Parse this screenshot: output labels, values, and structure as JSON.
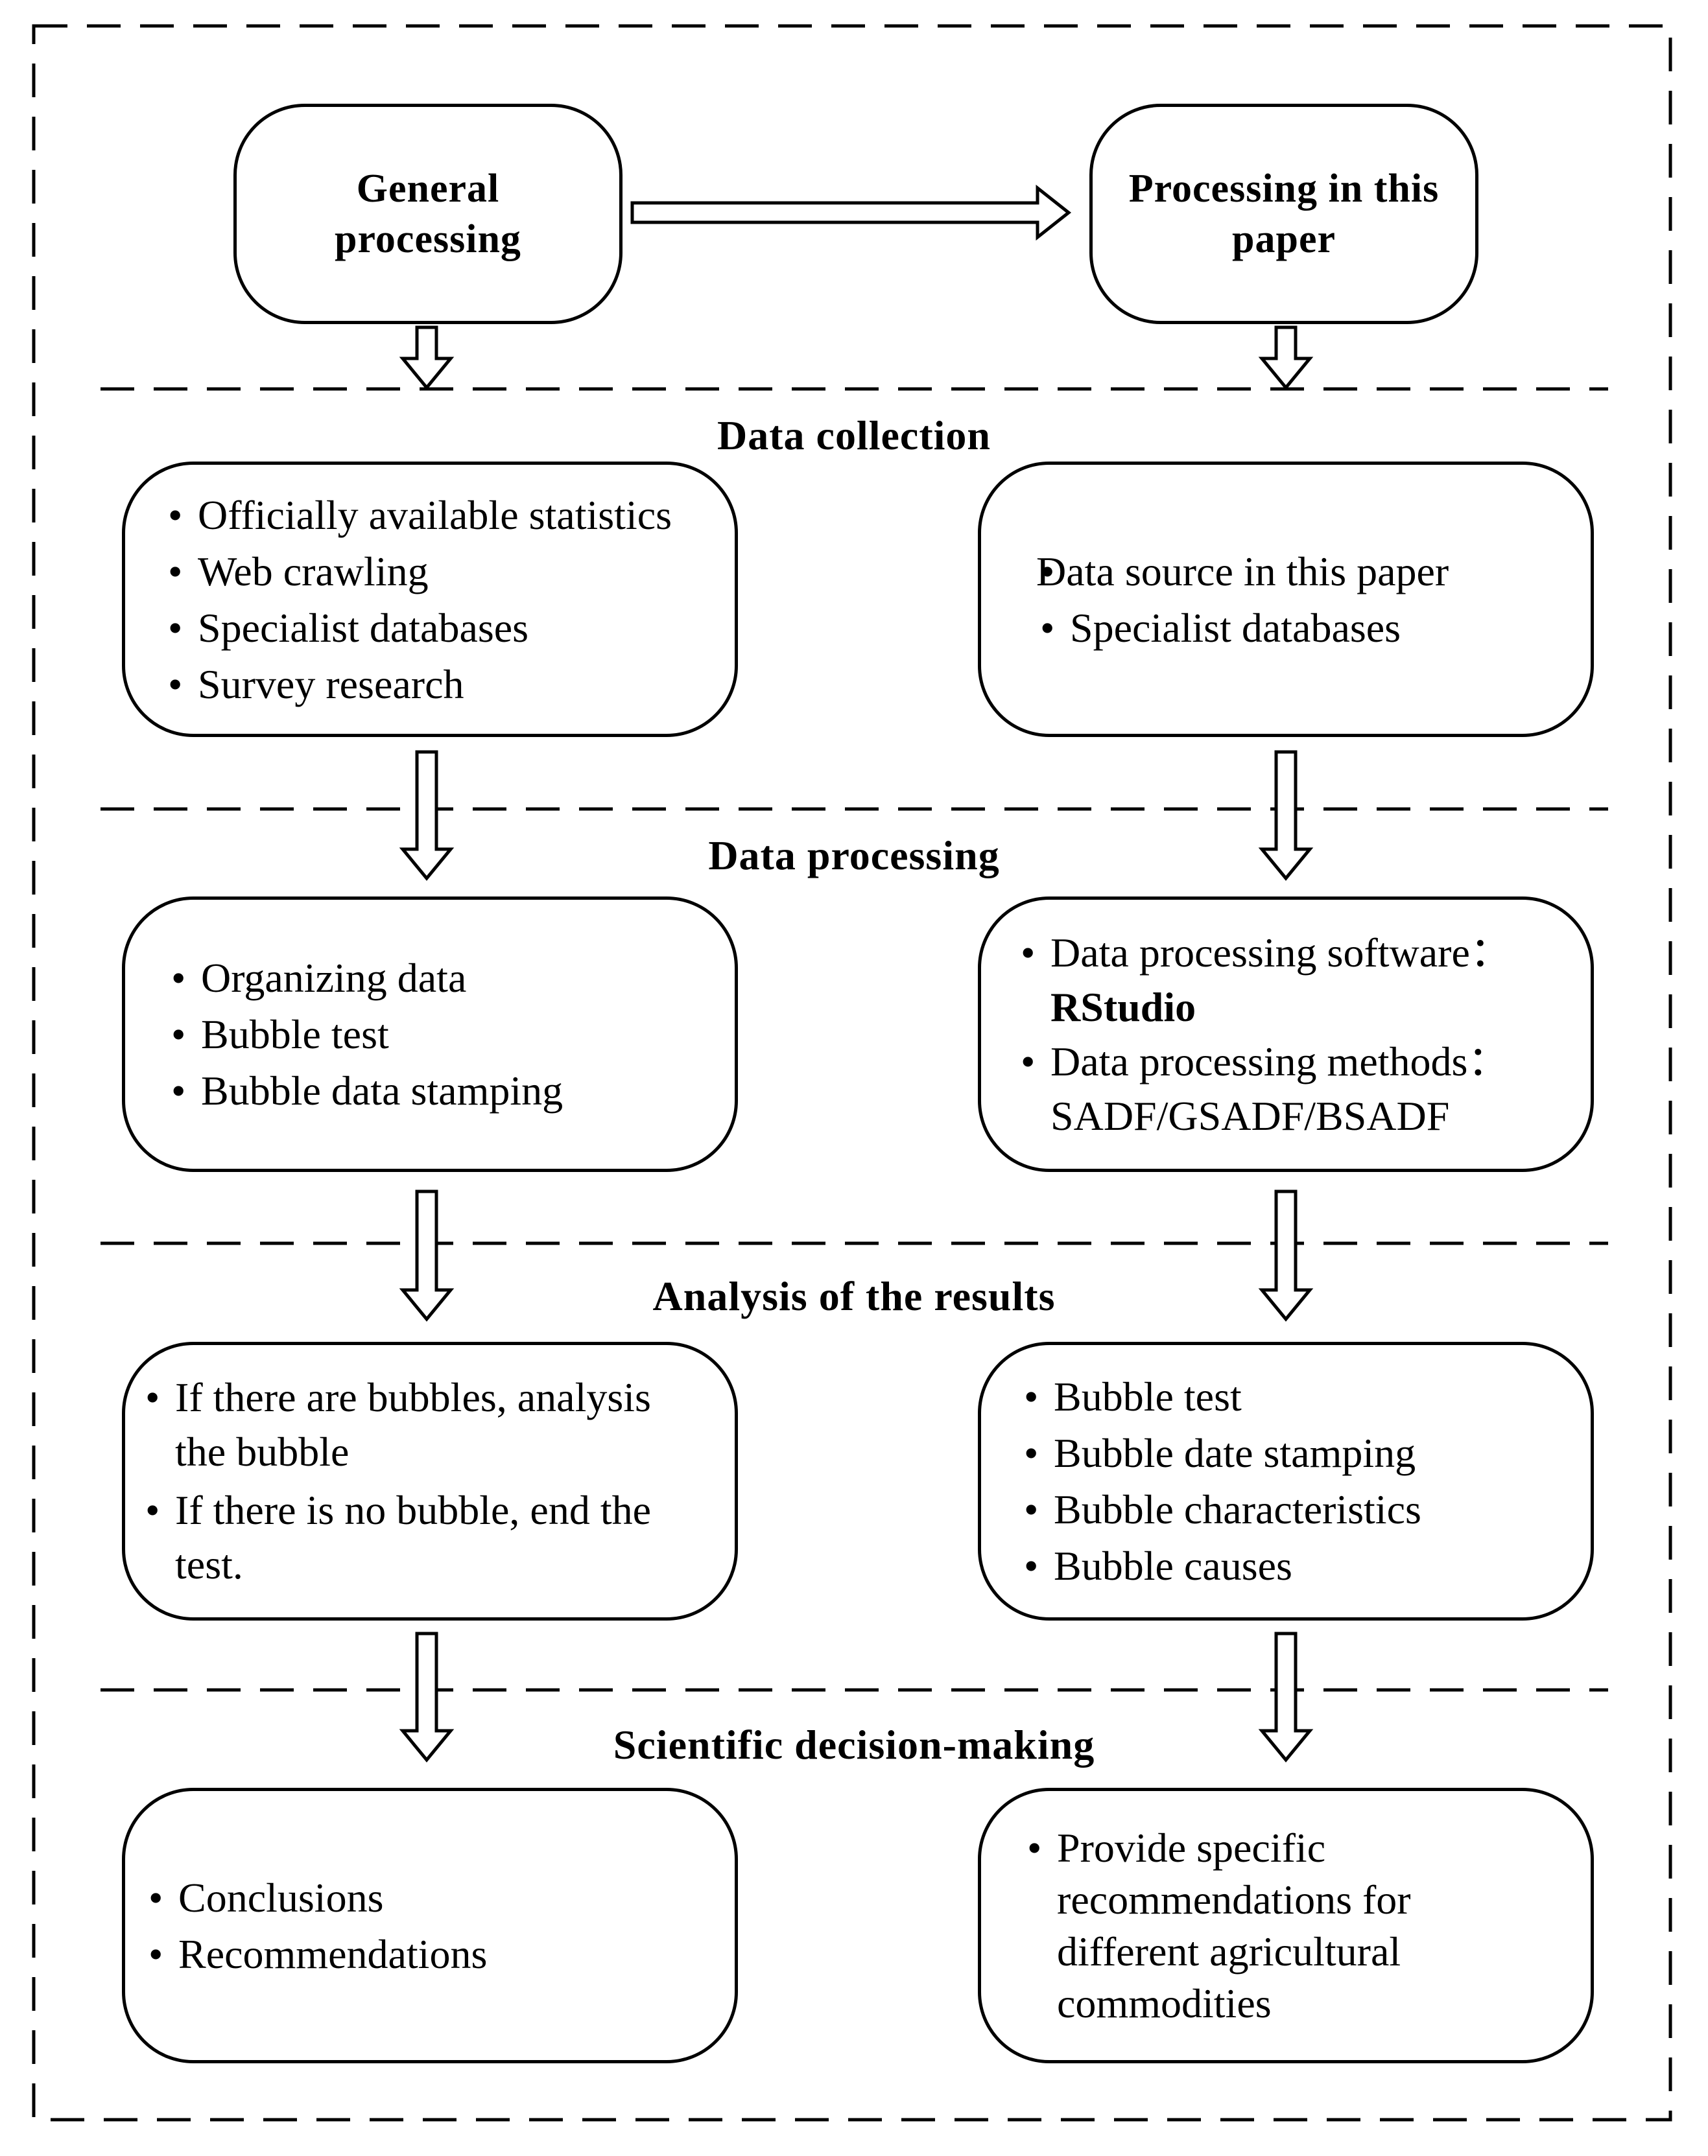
{
  "top": {
    "general_title": "General processing",
    "paper_title": "Processing in this paper"
  },
  "sections": {
    "collection": "Data collection",
    "processing": "Data processing",
    "analysis": "Analysis of the results",
    "decision": "Scientific decision-making"
  },
  "collection": {
    "left_items": [
      "Officially available statistics",
      "Web crawling",
      "Specialist databases",
      "Survey research"
    ],
    "right_heading": "Data source in this paper",
    "right_items": [
      "Specialist databases"
    ]
  },
  "processing": {
    "left_items": [
      "Organizing data",
      "Bubble  test",
      "Bubble data stamping"
    ],
    "right_software_label": "Data processing software：",
    "right_software_value": "RStudio",
    "right_methods_label": "Data processing methods：",
    "right_methods_value": "SADF/GSADF/BSADF"
  },
  "analysis": {
    "left_item1_line1": "If there are bubbles, analysis",
    "left_item1_line2": "the bubble",
    "left_item2_line1": "If there is no bubble, end  the",
    "left_item2_line2": "test.",
    "right_items": [
      "Bubble test",
      "Bubble date stamping",
      "Bubble characteristics",
      "Bubble causes"
    ]
  },
  "decision": {
    "left_items": [
      "Conclusions",
      "Recommendations"
    ],
    "right_line1": "Provide specific",
    "right_line2": "recommendations for",
    "right_line3": "different agricultural",
    "right_line4": "commodities"
  }
}
